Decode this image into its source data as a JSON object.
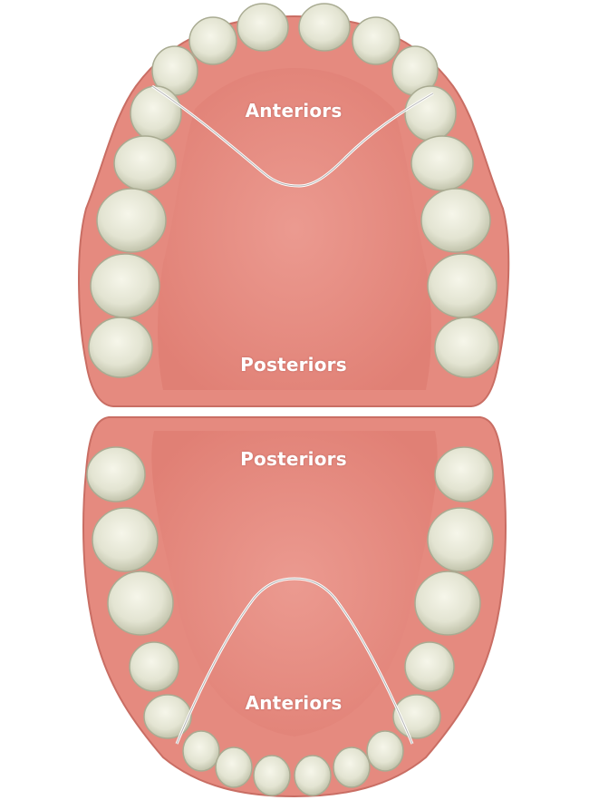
{
  "labels": {
    "upper_anteriors": "Anteriors",
    "upper_posteriors": "Posteriors",
    "lower_posteriors": "Posteriors",
    "lower_anteriors": "Anteriors"
  },
  "colors": {
    "gum": "#e58a7f",
    "gum_edge": "#c96e64",
    "palate": "#e7938a",
    "tooth": "#e8e8d8",
    "tooth_shade": "#bfc0a8",
    "divider_line": "#ffffff"
  },
  "icons": {
    "upper_arch": "upper-dental-arch-illustration",
    "lower_arch": "lower-dental-arch-illustration",
    "tooth": "tooth-icon"
  }
}
